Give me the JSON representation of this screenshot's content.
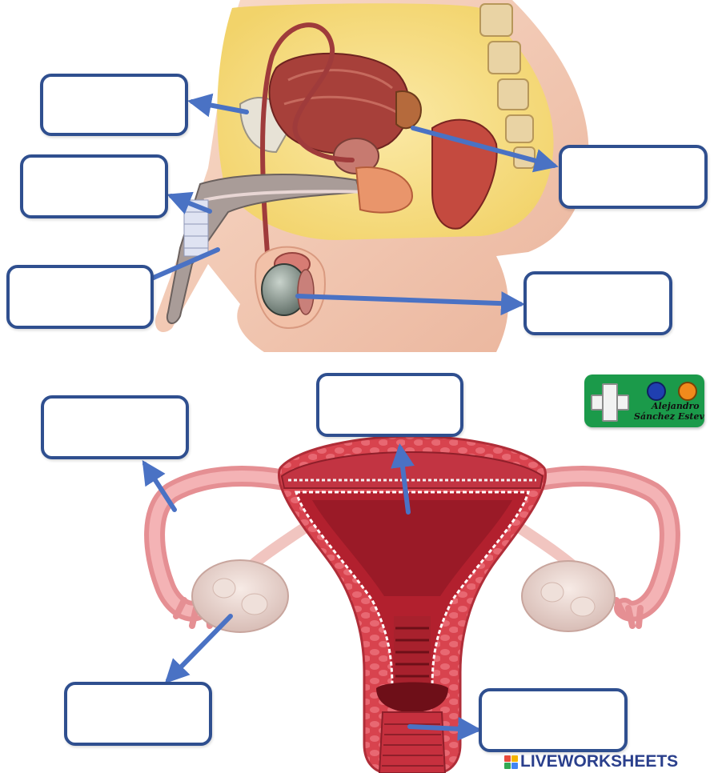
{
  "worksheet": {
    "answer_placeholder": ""
  },
  "author_logo": {
    "line1": "Alejandro",
    "line2": "Sánchez Esteve"
  },
  "brand": {
    "text": "LIVEWORKSHEETS"
  },
  "colors": {
    "box_border": "#2f4f8f",
    "arrow": "#4a72c4",
    "logo_green": "#1b9a4a",
    "tissue_red": "#d8434e",
    "skin": "#f6cdb7"
  }
}
